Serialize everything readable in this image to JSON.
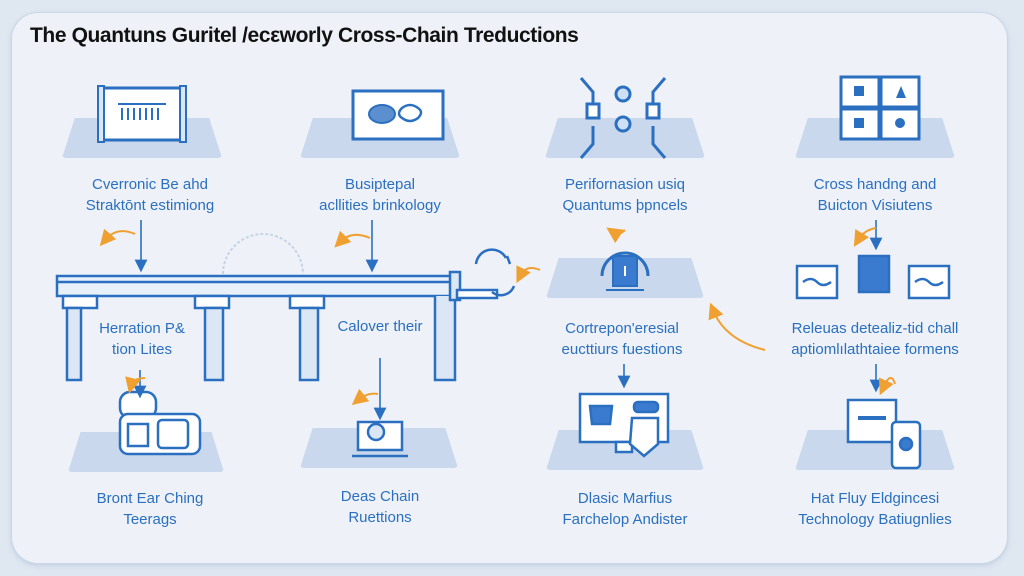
{
  "title": "The Quantuns Guritel /ecεworly Cross-Chain Treductions",
  "colors": {
    "primary": "#2a6fc0",
    "accent": "#f0a030",
    "background": "#eef2f8"
  },
  "nodes": [
    {
      "id": "n1",
      "line1": "Cverronic Be ahd",
      "line2": "Straktōnt estimiong",
      "icon": "document-scroll-icon"
    },
    {
      "id": "n2",
      "line1": "Busiptepal",
      "line2": "acllities brinkology",
      "icon": "monitor-devices-icon"
    },
    {
      "id": "n3",
      "line1": "Perifornasion usiq",
      "line2": "Quantums þpncels",
      "icon": "quantum-links-icon"
    },
    {
      "id": "n4",
      "line1": "Cross handng and",
      "line2": "Buicton Visiutens",
      "icon": "grid-tiles-icon"
    },
    {
      "id": "n5",
      "line1": "Herration P&",
      "line2": "tion Lites",
      "icon": "bridge-icon"
    },
    {
      "id": "n6",
      "line1": "Calover their",
      "line2": "",
      "icon": "bridge-icon"
    },
    {
      "id": "n7",
      "line1": "Cortrepon'eresial",
      "line2": "eucttiurs fuestions",
      "icon": "secure-device-icon"
    },
    {
      "id": "n8",
      "line1": "Releuas detealiz-tid chall",
      "line2": "aptiomlılathtaiee formens",
      "icon": "data-cards-icon"
    },
    {
      "id": "n9",
      "line1": "Bront Ear Ching",
      "line2": "Teerags",
      "icon": "id-card-icon"
    },
    {
      "id": "n10",
      "line1": "Deas Chain",
      "line2": "Ruettions",
      "icon": "laptop-lock-icon"
    },
    {
      "id": "n11",
      "line1": "Dlasic Marfius",
      "line2": "Farchelop Andister",
      "icon": "shield-monitor-icon"
    },
    {
      "id": "n12",
      "line1": "Hat Fluy Eldgincesi",
      "line2": "Technology Batiugnlies",
      "icon": "phone-card-icon"
    }
  ]
}
